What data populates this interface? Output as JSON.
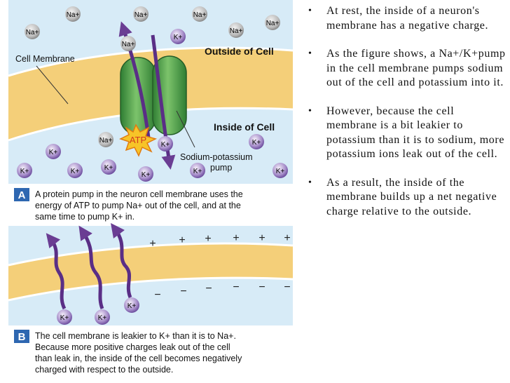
{
  "figure": {
    "panel_a": {
      "letter": "A",
      "labels": {
        "cell_membrane": "Cell Membrane",
        "outside": "Outside of Cell",
        "inside": "Inside of Cell",
        "atp": "ATP",
        "pump_line1": "Sodium-potassium",
        "pump_line2": "pump"
      },
      "ions": {
        "na": "Na+",
        "k": "K+"
      },
      "caption": [
        "A protein pump in the neuron cell membrane uses the",
        "energy of ATP to pump Na+ out of the cell, and at the",
        "same time to pump K+ in."
      ]
    },
    "panel_b": {
      "letter": "B",
      "plus": "+",
      "minus": "−",
      "caption": [
        "The cell membrane is leakier to K+ than it is to Na+.",
        "Because more positive charges leak out of the cell",
        "than leak in, the inside of the cell becomes negatively",
        "charged with respect to the outside."
      ]
    },
    "colors": {
      "outside_bg": "#d6eaf6",
      "membrane": "#f6d27a",
      "pump": "#4fa64b",
      "ion_fill": "#8b6fb5",
      "arrow": "#6a3d93",
      "letter_box": "#2e67b1"
    }
  },
  "bullets": [
    "At rest, the inside of a neuron's membrane has a negative charge.",
    "As the figure shows, a Na+/K+pump in the cell membrane pumps sodium out of the cell and potassium into it.",
    "However, because the cell membrane is a bit leakier to potassium than it is to sodium, more potassium ions leak out of the cell.",
    "As a result, the inside of the membrane builds up a net negative charge relative to the outside."
  ]
}
